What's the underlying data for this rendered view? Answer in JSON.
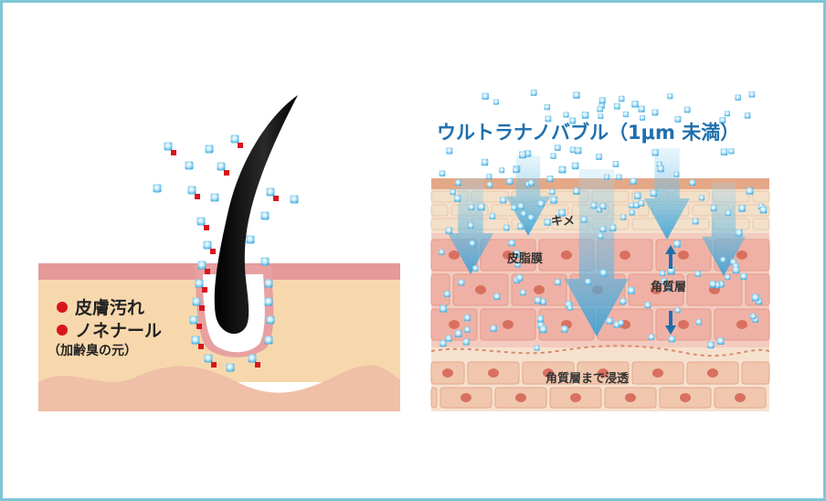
{
  "left_panel": {
    "legend": {
      "item1": "皮膚汚れ",
      "item2": "ノネナール",
      "note": "（加齢臭の元）"
    }
  },
  "right_panel": {
    "title": "ウルトラナノバブル（1μm 未満）",
    "labels": {
      "kime": "キメ",
      "sebum": "皮脂膜",
      "stratum": "角質層",
      "reach": "角質層まで浸透"
    }
  },
  "colors": {
    "frame": "#7fc6d6",
    "bubble": "#5bbbe0",
    "dirt": "#d7161d",
    "arrow": "#3aa6dc",
    "text_blue": "#1f6fae"
  }
}
